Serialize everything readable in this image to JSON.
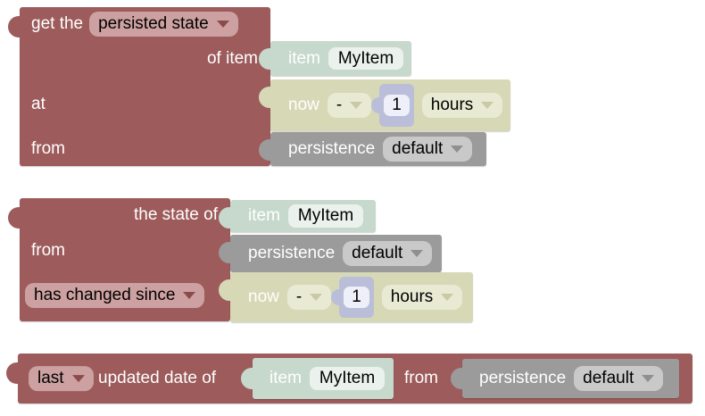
{
  "colors": {
    "workspace_bg": "#ffffff",
    "block_red": "#9d5b5b",
    "dropdown_pink": "#cda1a1",
    "block_teal": "#c6d9cc",
    "field_light": "#ebf2ed",
    "block_olive": "#d7d8b6",
    "dropdown_olive": "#e9ead3",
    "block_lavender": "#babed9",
    "field_lavender": "#eef0f9",
    "block_gray": "#9b9b9b",
    "dropdown_gray": "#c9c9c9",
    "arrow_pink": "#8a4b4b",
    "arrow_olive": "#c8caa4",
    "arrow_gray": "#8f8f8f"
  },
  "block1": {
    "get_the_label": "get the",
    "state_dropdown": "persisted state",
    "of_item_label": "of item",
    "at_label": "at",
    "from_label": "from",
    "item": {
      "label": "item",
      "name": "MyItem"
    },
    "time": {
      "base": "now",
      "operator": "-",
      "amount": "1",
      "unit": "hours"
    },
    "persistence": {
      "label": "persistence",
      "service": "default"
    }
  },
  "block2": {
    "state_of_label": "the state of",
    "from_label": "from",
    "check_dropdown": "has changed since",
    "item": {
      "label": "item",
      "name": "MyItem"
    },
    "persistence": {
      "label": "persistence",
      "service": "default"
    },
    "time": {
      "base": "now",
      "operator": "-",
      "amount": "1",
      "unit": "hours"
    }
  },
  "block3": {
    "which_dropdown": "last",
    "updated_label": "updated date of",
    "from_label": "from",
    "item": {
      "label": "item",
      "name": "MyItem"
    },
    "persistence": {
      "label": "persistence",
      "service": "default"
    }
  }
}
